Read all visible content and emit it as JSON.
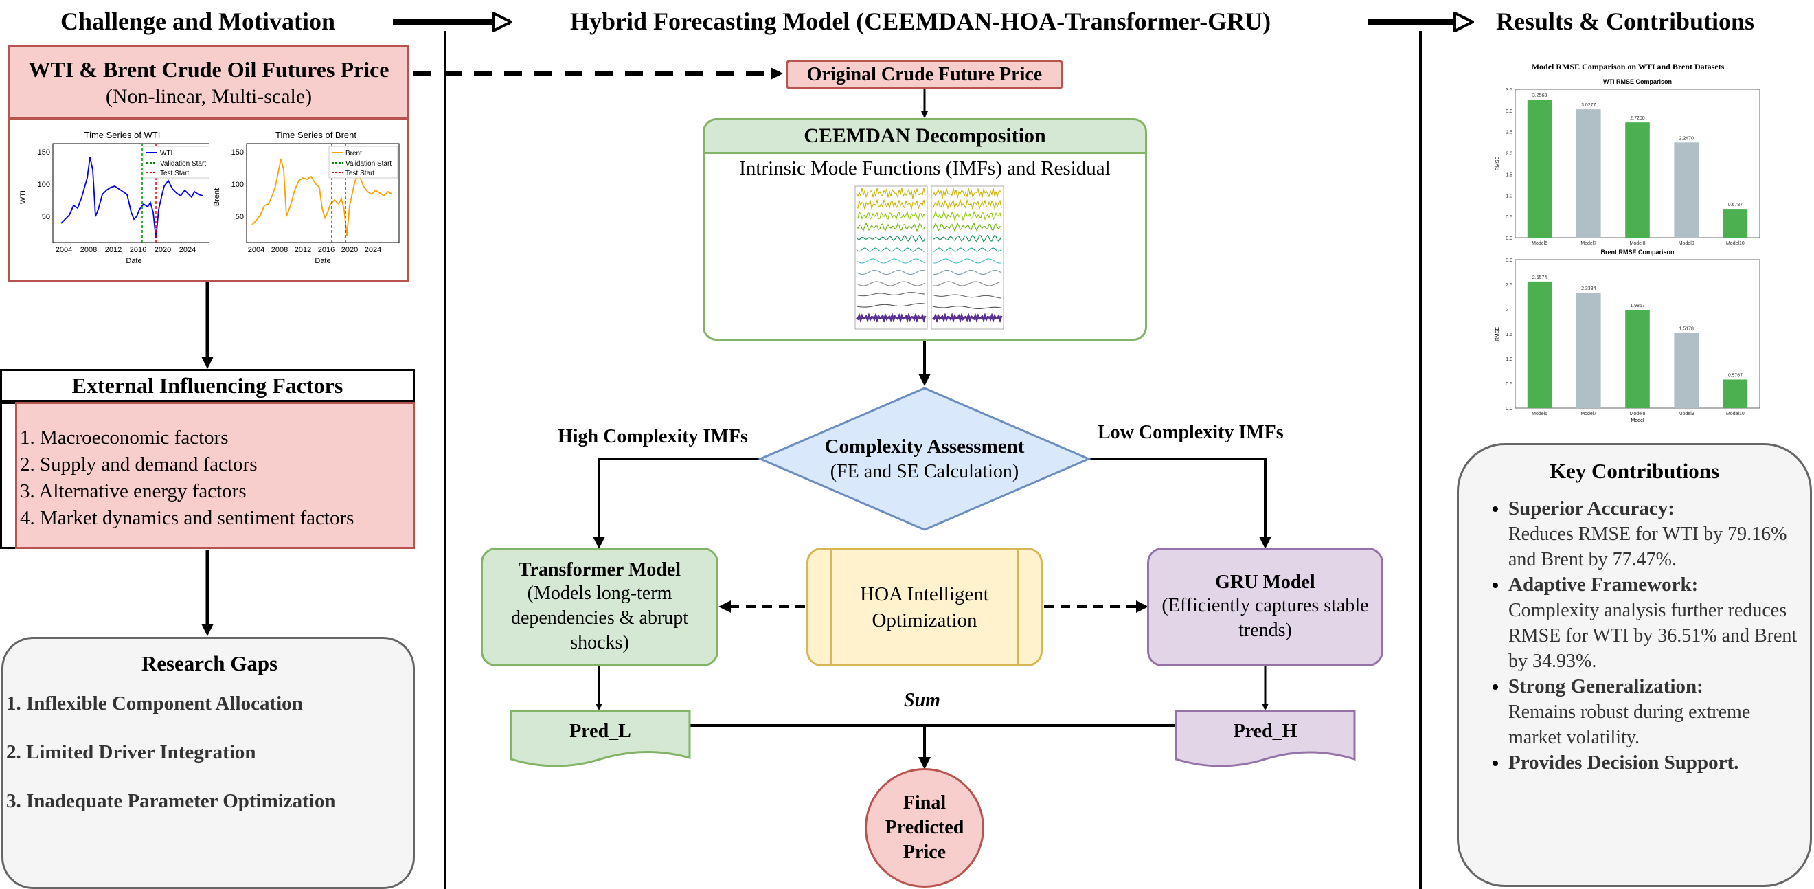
{
  "headers": {
    "col1": "Challenge and Motivation",
    "col2": "Hybrid Forecasting Model (CEEMDAN-HOA-Transformer-GRU)",
    "col3": "Results & Contributions"
  },
  "challenge": {
    "title": "WTI & Brent Crude Oil Futures Price",
    "subtitle": "(Non-linear, Multi-scale)",
    "wti_chart": {
      "title": "Time Series of WTI",
      "ylabel": "WTI",
      "xlabel": "Date",
      "yticks": [
        "50",
        "100",
        "150"
      ],
      "xticks": [
        "2004",
        "2008",
        "2012",
        "2016",
        "2020",
        "2024"
      ],
      "legend": [
        "WTI",
        "Validation Start",
        "Test Start"
      ]
    },
    "brent_chart": {
      "title": "Time Series of Brent",
      "ylabel": "Brent",
      "xlabel": "Date",
      "yticks": [
        "50",
        "100",
        "150"
      ],
      "xticks": [
        "2004",
        "2008",
        "2012",
        "2016",
        "2020",
        "2024"
      ],
      "legend": [
        "Brent",
        "Validation Start",
        "Test Start"
      ]
    }
  },
  "external": {
    "title": "External Influencing Factors",
    "items": [
      "1. Macroeconomic factors",
      "2. Supply and demand factors",
      "3. Alternative energy factors",
      "4. Market dynamics and sentiment factors"
    ]
  },
  "gaps": {
    "title": "Research Gaps",
    "items": [
      "1. Inflexible Component Allocation",
      "2. Limited Driver Integration",
      "3. Inadequate Parameter Optimization"
    ]
  },
  "model": {
    "original": "Original Crude Future Price",
    "ceemdan_title": "CEEMDAN Decomposition",
    "ceemdan_sub": "Intrinsic Mode Functions (IMFs) and Residual",
    "assess_title": "Complexity Assessment",
    "assess_sub": "(FE and SE Calculation)",
    "high_label": "High Complexity IMFs",
    "low_label": "Low Complexity IMFs",
    "transformer_title": "Transformer Model",
    "transformer_sub": "(Models long-term dependencies & abrupt shocks)",
    "hoa": "HOA Intelligent Optimization",
    "gru_title": "GRU Model",
    "gru_sub": "(Efficiently captures stable trends)",
    "pred_l": "Pred_L",
    "pred_h": "Pred_H",
    "sum": "Sum",
    "final": [
      "Final",
      "Predicted",
      "Price"
    ]
  },
  "results": {
    "chart_title": "Model RMSE Comparison on WTI and Brent Datasets"
  },
  "chart_data": [
    {
      "type": "bar",
      "title": "WTI RMSE Comparison",
      "ylabel": "RMSE",
      "categories": [
        "Model6",
        "Model7",
        "Model8",
        "Model9",
        "Model10"
      ],
      "values": [
        3.2563,
        3.0277,
        2.72,
        2.247,
        0.6787
      ],
      "value_labels": [
        "3.2563",
        "3.0277",
        "2.7200",
        "2.2470",
        "0.6787"
      ],
      "colors": [
        "#4caf50",
        "#b0bec5",
        "#4caf50",
        "#b0bec5",
        "#4caf50"
      ],
      "ylim": [
        0,
        3.5
      ],
      "yticks": [
        "0.0",
        "0.5",
        "1.0",
        "1.5",
        "2.0",
        "2.5",
        "3.0",
        "3.5"
      ]
    },
    {
      "type": "bar",
      "title": "Brent RMSE Comparison",
      "ylabel": "RMSE",
      "xlabel": "Model",
      "categories": [
        "Model6",
        "Model7",
        "Model8",
        "Model9",
        "Model10"
      ],
      "values": [
        2.5574,
        2.3334,
        1.9867,
        1.5178,
        0.5767
      ],
      "value_labels": [
        "2.5574",
        "2.3334",
        "1.9867",
        "1.5178",
        "0.5767"
      ],
      "colors": [
        "#4caf50",
        "#b0bec5",
        "#4caf50",
        "#b0bec5",
        "#4caf50"
      ],
      "ylim": [
        0,
        3.0
      ],
      "yticks": [
        "0.0",
        "0.5",
        "1.0",
        "1.5",
        "2.0",
        "2.5",
        "3.0"
      ]
    }
  ],
  "contributions": {
    "title": "Key Contributions",
    "items": [
      {
        "head": "Superior Accuracy:",
        "body": "Reduces RMSE for WTI by 79.16% and Brent by 77.47%."
      },
      {
        "head": "Adaptive Framework:",
        "body": "Complexity analysis further reduces RMSE for WTI by 36.51% and Brent by 34.93%."
      },
      {
        "head": "Strong Generalization:",
        "body": "Remains robust during extreme market volatility."
      },
      {
        "head": "Provides Decision Support.",
        "body": ""
      }
    ]
  }
}
